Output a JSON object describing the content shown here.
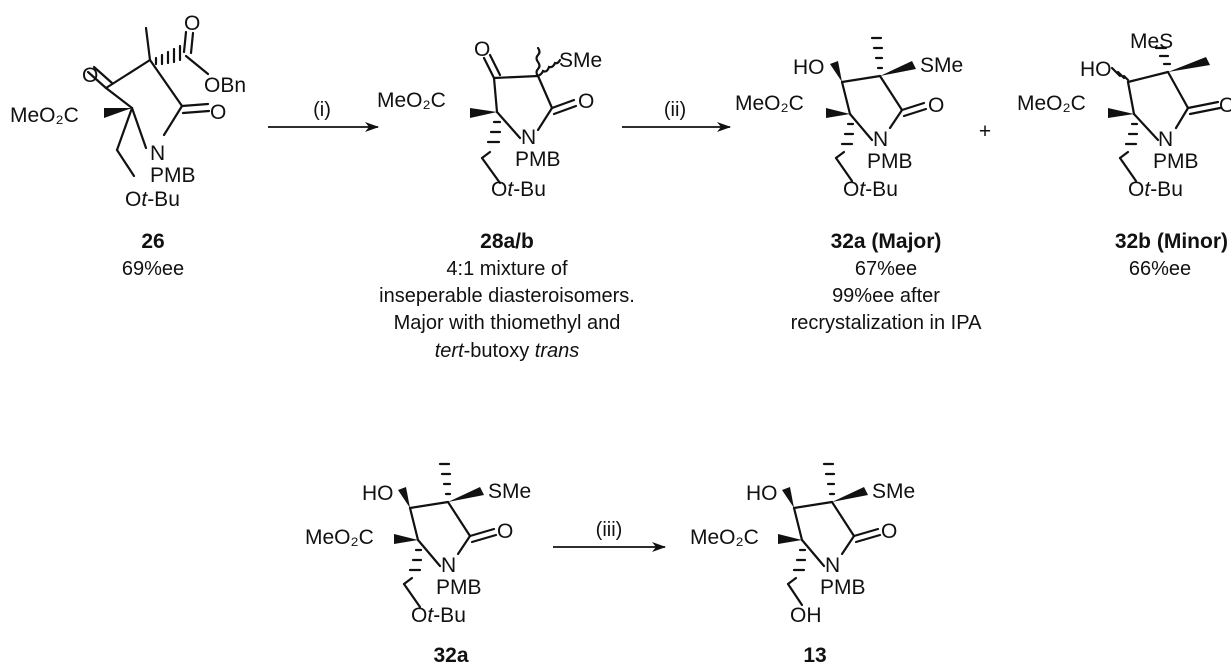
{
  "compounds": {
    "c26": {
      "name": "26",
      "notes": [
        "69%ee"
      ],
      "atoms": {
        "ketone_o": "O",
        "ester": "MeO₂C",
        "carbox_o": "O",
        "obn": "OBn",
        "lactam_o": "O",
        "n": "N",
        "pmb": "PMB",
        "otbu_o": "O",
        "otbu_t": "t",
        "otbu_bu": "-Bu"
      }
    },
    "c28": {
      "name": "28a/b",
      "notes": [
        "4:1 mixture of",
        "inseperable diasteroisomers.",
        "Major with thiomethyl and"
      ],
      "note_last": {
        "italic1": "tert",
        "plain": "-butoxy ",
        "italic2": "trans"
      },
      "atoms": {
        "ketone_o": "O",
        "sme": "SMe",
        "ester": "MeO₂C",
        "lactam_o": "O",
        "n": "N",
        "pmb": "PMB",
        "otbu_o": "O",
        "otbu_t": "t",
        "otbu_bu": "-Bu"
      }
    },
    "c32a_top": {
      "name": "32a (Major)",
      "notes": [
        "67%ee",
        "99%ee after",
        "recrystalization in IPA"
      ],
      "atoms": {
        "ho": "HO",
        "sme": "SMe",
        "ester": "MeO₂C",
        "lactam_o": "O",
        "n": "N",
        "pmb": "PMB",
        "otbu_o": "O",
        "otbu_t": "t",
        "otbu_bu": "-Bu"
      }
    },
    "c32b": {
      "name": "32b (Minor)",
      "notes": [
        "66%ee"
      ],
      "atoms": {
        "mes": "MeS",
        "ho": "HO",
        "ester": "MeO₂C",
        "lactam_o": "O",
        "n": "N",
        "pmb": "PMB",
        "otbu_o": "O",
        "otbu_t": "t",
        "otbu_bu": "-Bu"
      }
    },
    "c32a_bottom": {
      "name": "32a",
      "atoms": {
        "ho": "HO",
        "sme": "SMe",
        "ester": "MeO₂C",
        "lactam_o": "O",
        "n": "N",
        "pmb": "PMB",
        "otbu_o": "O",
        "otbu_t": "t",
        "otbu_bu": "-Bu"
      }
    },
    "c13": {
      "name": "13",
      "atoms": {
        "ho": "HO",
        "sme": "SMe",
        "ester": "MeO₂C",
        "lactam_o": "O",
        "n": "N",
        "pmb": "PMB",
        "oh": "OH"
      }
    }
  },
  "arrows": {
    "a1": "(i)",
    "a2": "(ii)",
    "a3": "(iii)"
  },
  "plus": "+"
}
